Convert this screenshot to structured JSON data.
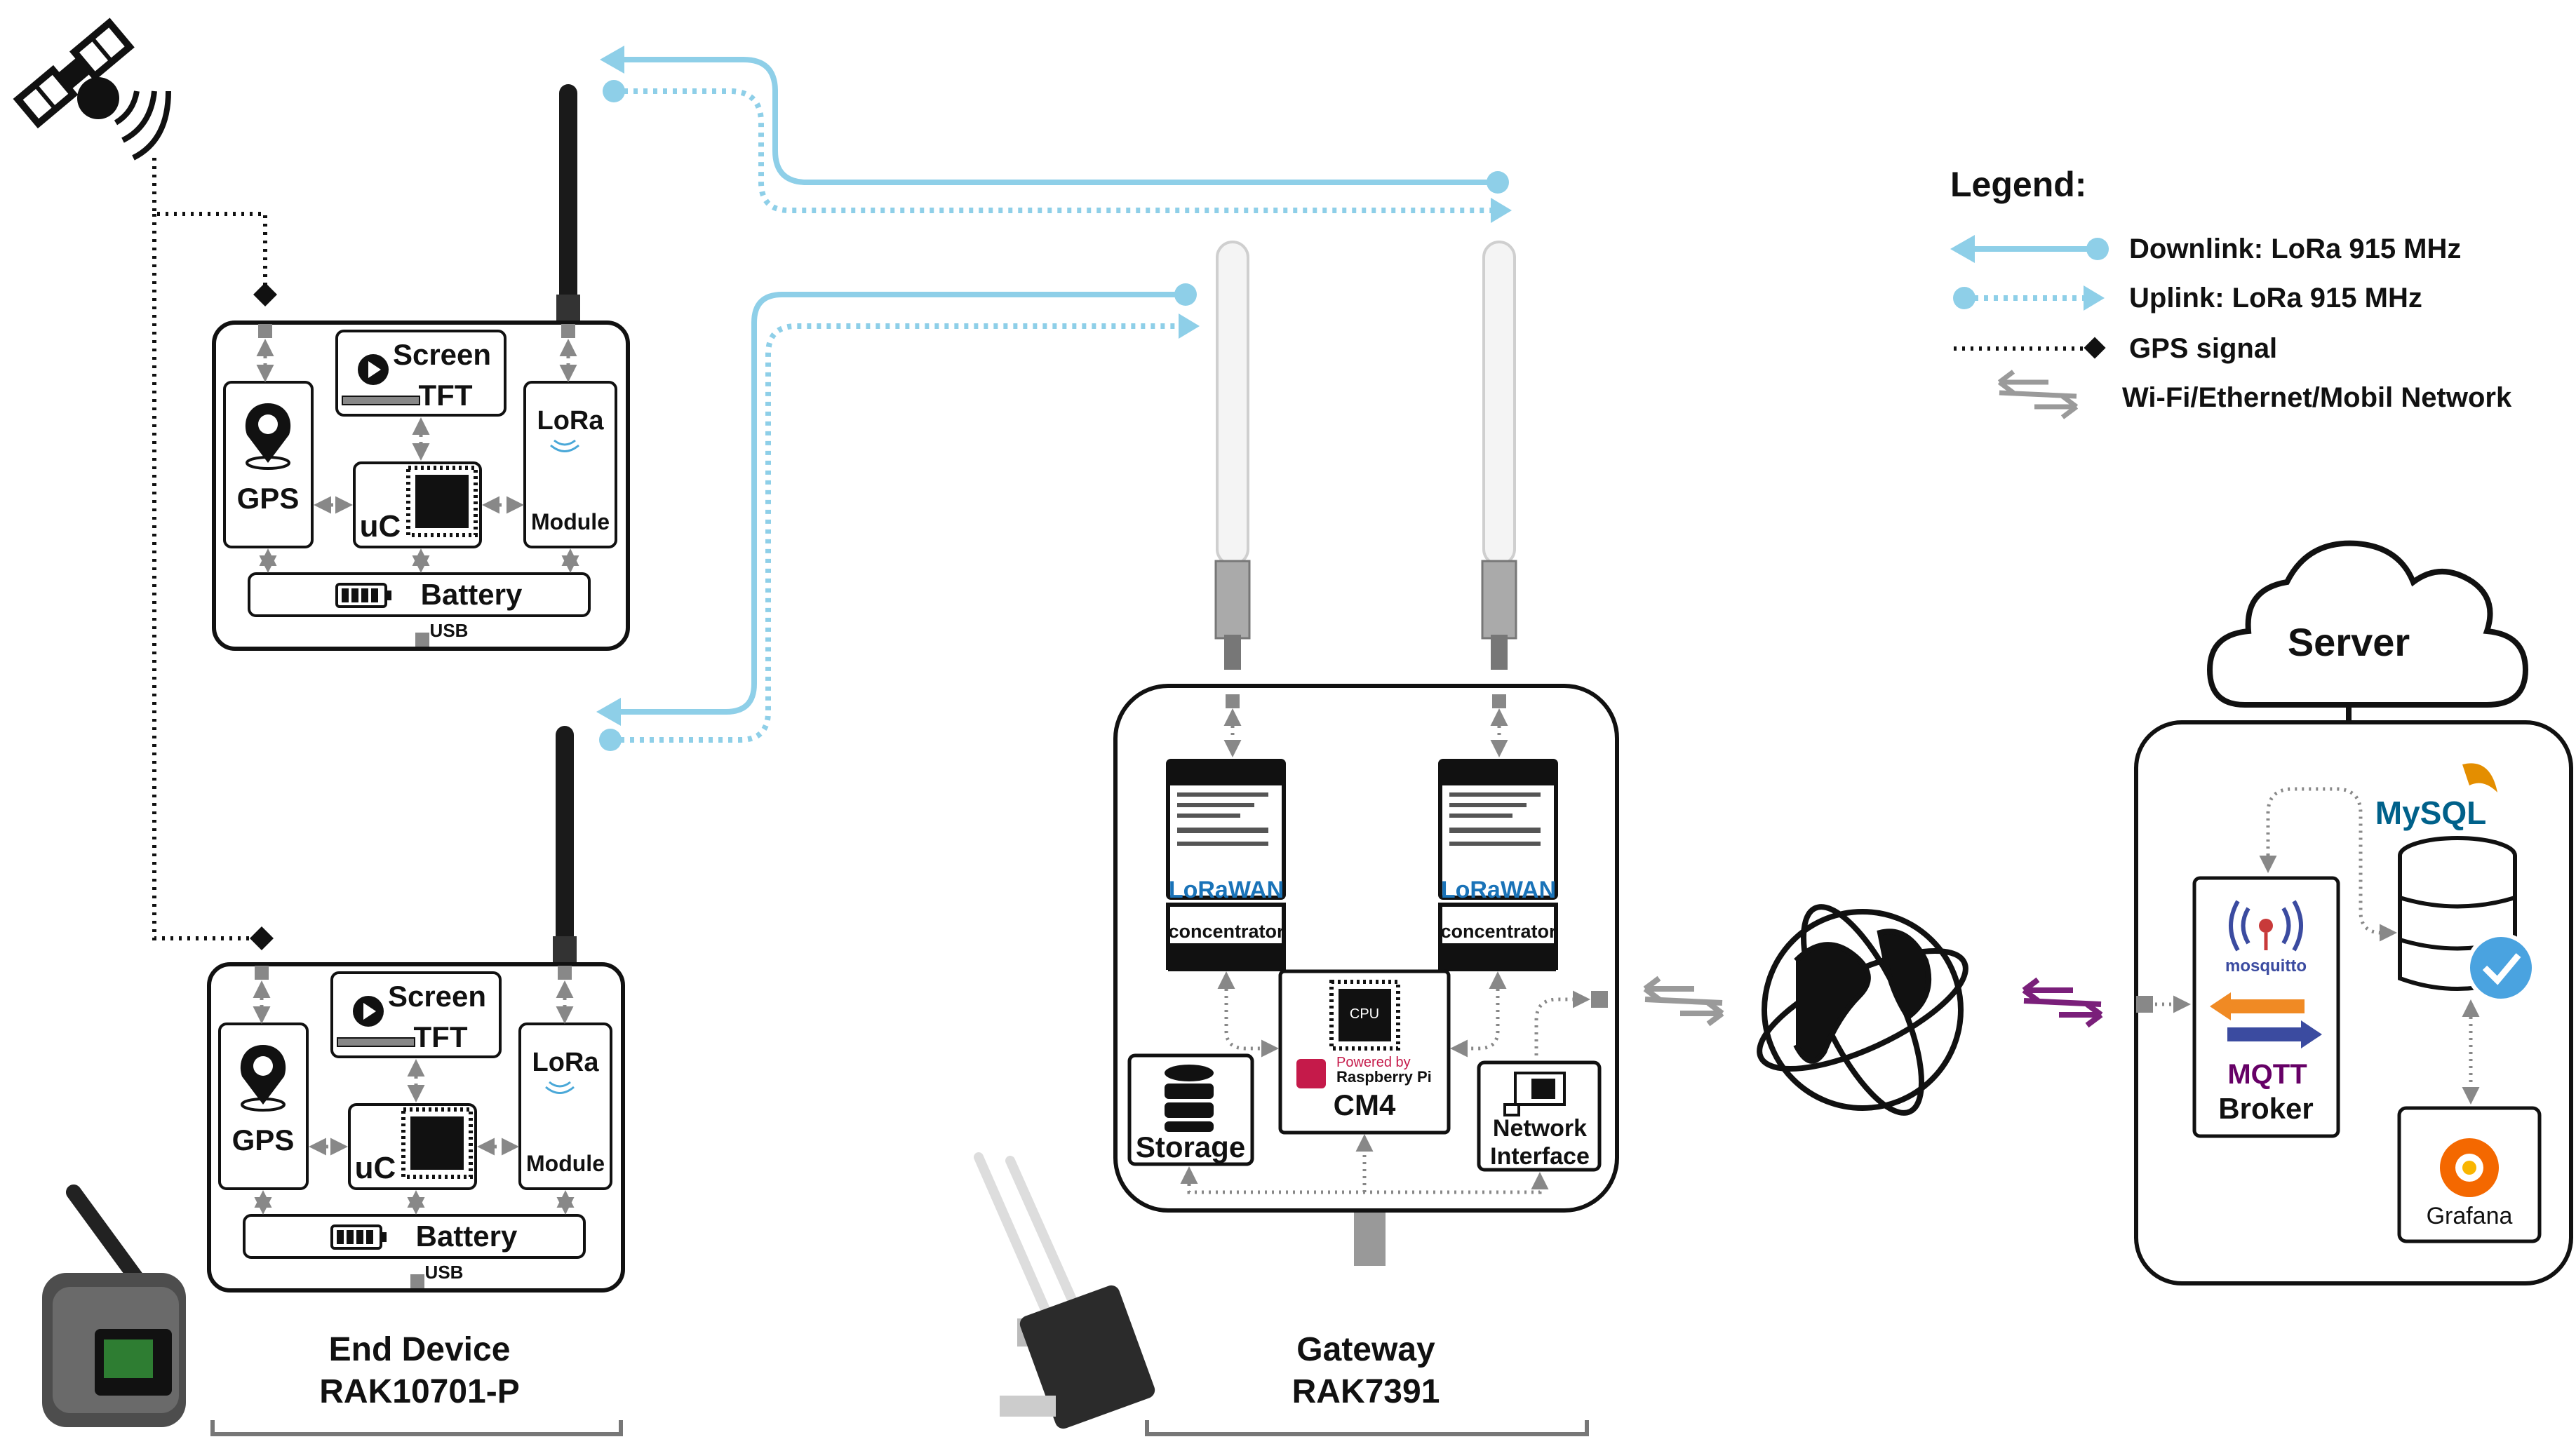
{
  "legend": {
    "title": "Legend:",
    "downlink": "Downlink: LoRa 915 MHz",
    "uplink": "Uplink: LoRa 915 MHz",
    "gps": "GPS signal",
    "network": "Wi-Fi/Ethernet/Mobil Network"
  },
  "end_device_1": {
    "screen": "Screen",
    "tft": "TFT",
    "lora": "LoRa",
    "module": "Module",
    "gps": "GPS",
    "uc": "uC",
    "battery": "Battery",
    "usb": "USB"
  },
  "end_device_2": {
    "screen": "Screen",
    "tft": "TFT",
    "lora": "LoRa",
    "module": "Module",
    "gps": "GPS",
    "uc": "uC",
    "battery": "Battery",
    "usb": "USB"
  },
  "gateway": {
    "lorawan_1": "LoRaWAN",
    "concentrator_1": "concentrator",
    "lorawan_2": "LoRaWAN",
    "concentrator_2": "concentrator",
    "cpu": "CPU",
    "powered_by": "Powered by",
    "raspberry_pi": "Raspberry Pi",
    "cm4": "CM4",
    "storage": "Storage",
    "network_interface_1": "Network",
    "network_interface_2": "Interface"
  },
  "server": {
    "title": "Server",
    "mysql": "MySQL",
    "mosquitto": "mosquitto",
    "mqtt": "MQTT",
    "broker": "Broker",
    "grafana": "Grafana"
  },
  "captions": {
    "end_device_title": "End Device",
    "end_device_model": "RAK10701-P",
    "gateway_title": "Gateway",
    "gateway_model": "RAK7391"
  },
  "colors": {
    "lora_link": "#8ecfe8",
    "network_gray": "#9a9a9a",
    "network_purple": "#7a1f7a",
    "box_border": "#111111",
    "connector_gray": "#888888"
  }
}
